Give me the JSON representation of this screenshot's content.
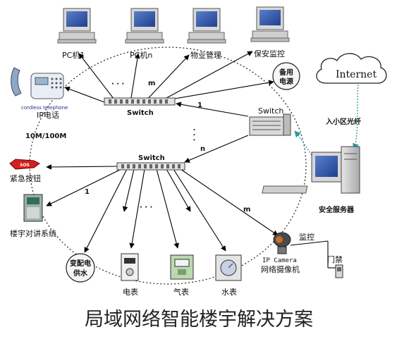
{
  "title": "局域网络智能楼宇解决方案",
  "switch_label": "Switch",
  "devices": {
    "pc1": "PC机1",
    "pcn": "PC机n",
    "property": "物业管理",
    "security_monitor": "保安监控",
    "phone_brand": "cordless telephone",
    "phone": "IP电话",
    "backup_power_line1": "备用",
    "backup_power_line2": "电源",
    "emergency_button": "紧急按钮",
    "building_intercom": "楼宇对讲系统",
    "power_water_line1": "变配电",
    "power_water_line2": "供水",
    "electric_meter": "电表",
    "gas_meter": "气表",
    "water_meter": "水表",
    "ip_camera_line1": "IP Camera",
    "ip_camera_line2": "网络摄像机",
    "monitor": "监控",
    "door_access": "门禁",
    "security_server": "安全服务器",
    "internet": "Internet",
    "fiber": "入小区光纤",
    "speed": "10M/100M",
    "alarm_tag": "SOS"
  },
  "link_labels": {
    "m": "m",
    "one": "1",
    "n": "n",
    "dots": "· · ·"
  }
}
